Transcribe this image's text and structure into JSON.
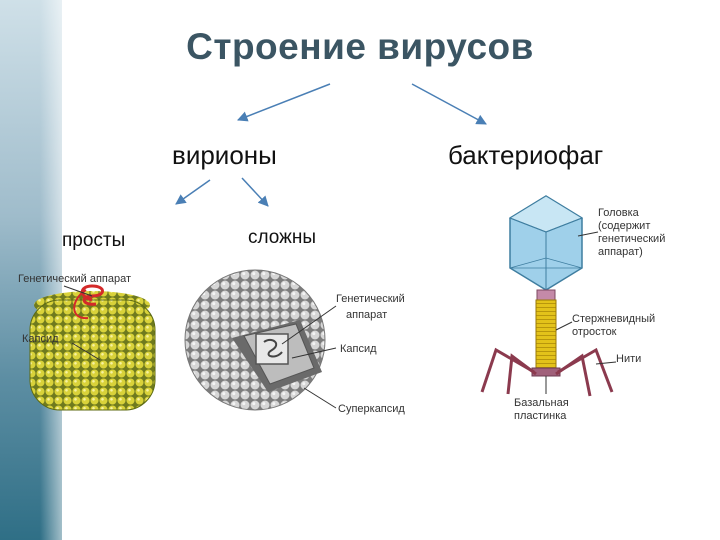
{
  "title": "Строение вирусов",
  "branches": {
    "virions": "вирионы",
    "bacteriophages": "бактериофаг",
    "simple": "просты",
    "complex": "сложны"
  },
  "simple_virus": {
    "genetic": "Генетический аппарат",
    "capsid": "Капсид"
  },
  "complex_virus": {
    "genetic_1": "Генетический",
    "genetic_2": "аппарат",
    "capsid": "Капсид",
    "supercapsid": "Суперкапсид"
  },
  "phage": {
    "head_1": "Головка",
    "head_2": "(содержит",
    "head_3": "генетический",
    "head_4": "аппарат)",
    "tail_1": "Стержневидный",
    "tail_2": "отросток",
    "fibers": "Нити",
    "plate_1": "Базальная",
    "plate_2": "пластинка"
  },
  "colors": {
    "title": "#3b5563",
    "arrow": "#4a7fb5",
    "capsid_yellow": "#d9d23a",
    "phage_head": "#9fd0ea",
    "phage_tail": "#e3c21a",
    "phage_legs": "#8b3a4e"
  }
}
